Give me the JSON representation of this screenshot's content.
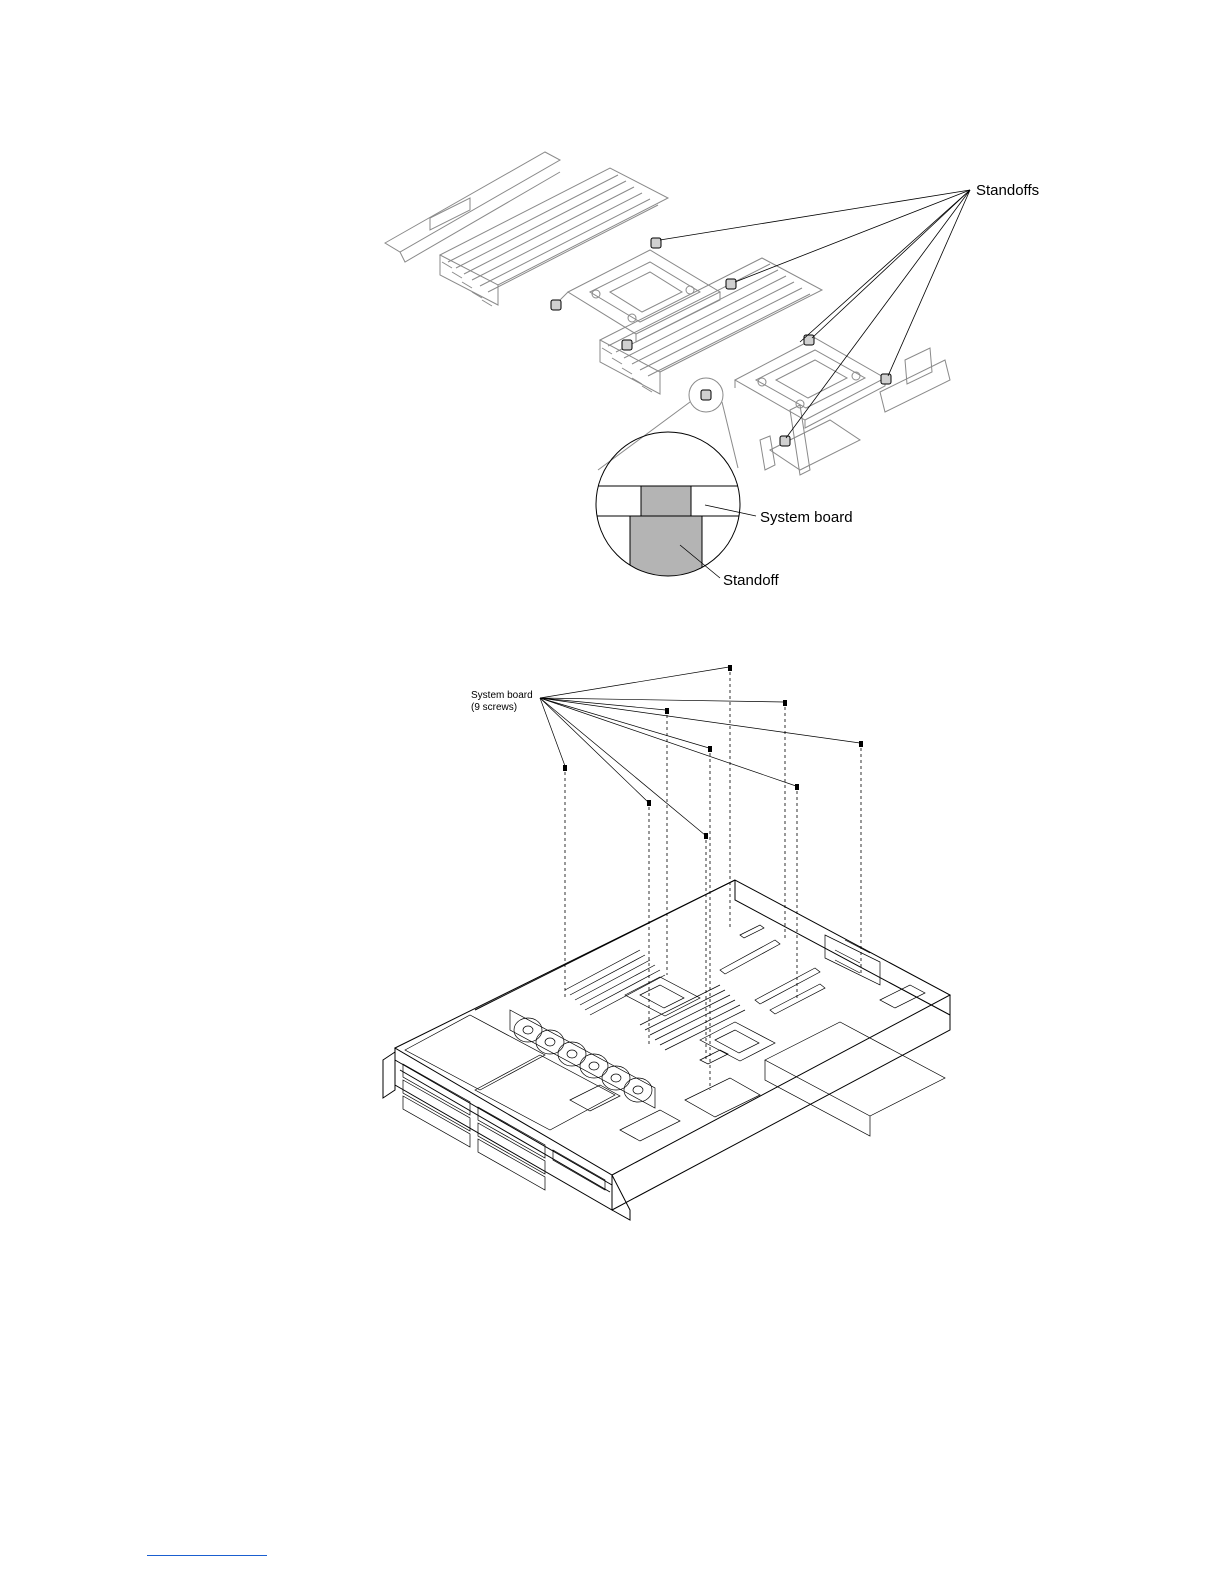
{
  "figure1": {
    "labels": {
      "standoffs": "Standoffs",
      "system_board": "System board",
      "standoff": "Standoff"
    }
  },
  "figure2": {
    "labels": {
      "system_board": "System board",
      "screws": "(9 screws)"
    }
  },
  "colors": {
    "line": "#000000",
    "detail_line": "#8a8a8a",
    "shading": "#b4b4b4",
    "link": "#1a5fd0"
  }
}
